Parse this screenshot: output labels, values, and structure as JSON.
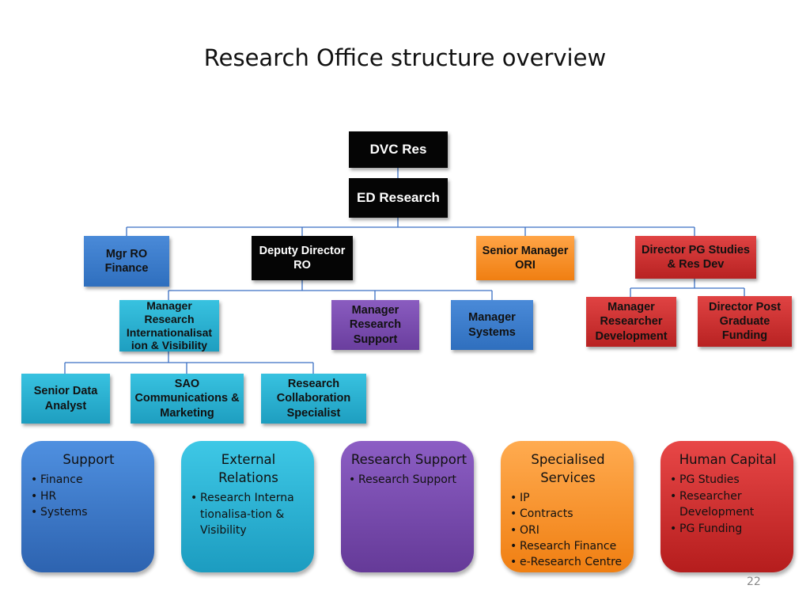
{
  "title": "Research Office structure overview",
  "nodes": {
    "dvc_res": "DVC Res",
    "ed_research": "ED Research",
    "mgr_ro_finance": "Mgr RO Finance",
    "deputy_director_ro": "Deputy Director RO",
    "senior_manager_ori": "Senior Manager ORI",
    "director_pg": "Director PG Studies & Res Dev",
    "manager_research_intl": "Manager Research Internationalisat ion & Visibility",
    "manager_research_support": "Manager Research Support",
    "manager_systems": "Manager Systems",
    "manager_researcher_dev": "Manager Researcher Development",
    "director_pg_funding": "Director Post Graduate Funding",
    "senior_data_analyst": "Senior Data Analyst",
    "sao_comms": "SAO Communications & Marketing",
    "research_collab": "Research Collaboration Specialist"
  },
  "panels": {
    "support": {
      "title": "Support",
      "items": [
        "Finance",
        "HR",
        "Systems"
      ]
    },
    "external": {
      "title": "External Relations",
      "items": [
        "Research Internationalisa-tion & Visibility"
      ]
    },
    "research_support": {
      "title": "Research Support",
      "items": [
        "Research Support"
      ]
    },
    "specialised": {
      "title": "Specialised Services",
      "items": [
        "IP",
        "Contracts",
        "ORI",
        "Research Finance",
        "e-Research Centre"
      ]
    },
    "human_capital": {
      "title": "Human Capital",
      "items": [
        "PG Studies",
        "Researcher Development",
        "PG Funding"
      ]
    }
  },
  "page_number": "22",
  "colors": {
    "black": "#050505",
    "blue": "#2f6fbe",
    "teal": "#1e9ec0",
    "orange": "#f07f12",
    "red": "#b82222",
    "purple": "#6a3e9e",
    "connector": "#3a6fc4"
  }
}
